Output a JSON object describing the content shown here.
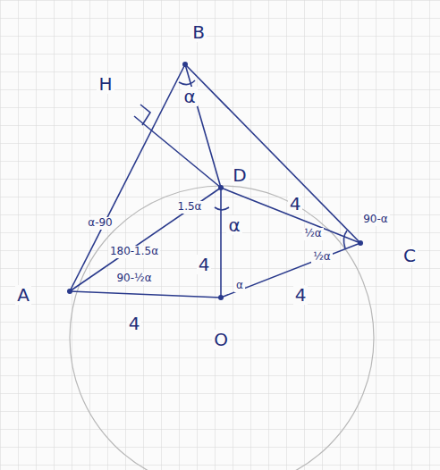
{
  "diagram": {
    "labels": [
      "B",
      "H",
      "D",
      "C",
      "A",
      "O",
      "α",
      "α",
      "α",
      "4",
      "4",
      "4",
      "4",
      "α-90",
      "180-1.5α",
      "90-α",
      "½α",
      "½α",
      "1.5α",
      "90-½α"
    ]
  }
}
